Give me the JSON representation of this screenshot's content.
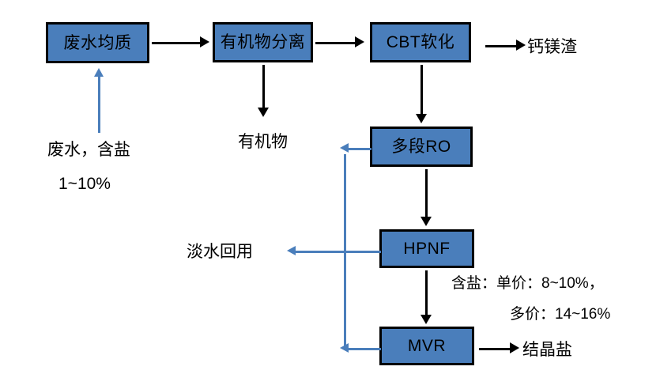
{
  "diagram": {
    "title": "waste-water treatment process flow",
    "colors": {
      "node_fill": "#4a7ebb",
      "node_border": "#000000",
      "process_arrow": "#000000",
      "recycle_arrow": "#4a7ebb",
      "background": "#ffffff"
    },
    "nodes": [
      {
        "id": "homogenize",
        "label": "废水均质"
      },
      {
        "id": "organic-separation",
        "label": "有机物分离"
      },
      {
        "id": "cbt-softening",
        "label": "CBT软化"
      },
      {
        "id": "multi-stage-ro",
        "label": "多段RO"
      },
      {
        "id": "hpnf",
        "label": "HPNF"
      },
      {
        "id": "mvr",
        "label": "MVR"
      }
    ],
    "labels": [
      {
        "id": "feed-line1",
        "text": "废水，含盐"
      },
      {
        "id": "feed-line2",
        "text": "1~10%"
      },
      {
        "id": "organics-output",
        "text": "有机物"
      },
      {
        "id": "calcium-magnesium-residue",
        "text": "钙镁渣"
      },
      {
        "id": "fresh-water-reuse",
        "text": "淡水回用"
      },
      {
        "id": "salinity-line1",
        "text": "含盐：单价：8~10%，"
      },
      {
        "id": "salinity-line2",
        "text": "多价：14~16%"
      },
      {
        "id": "crystal-salt",
        "text": "结晶盐"
      }
    ]
  }
}
